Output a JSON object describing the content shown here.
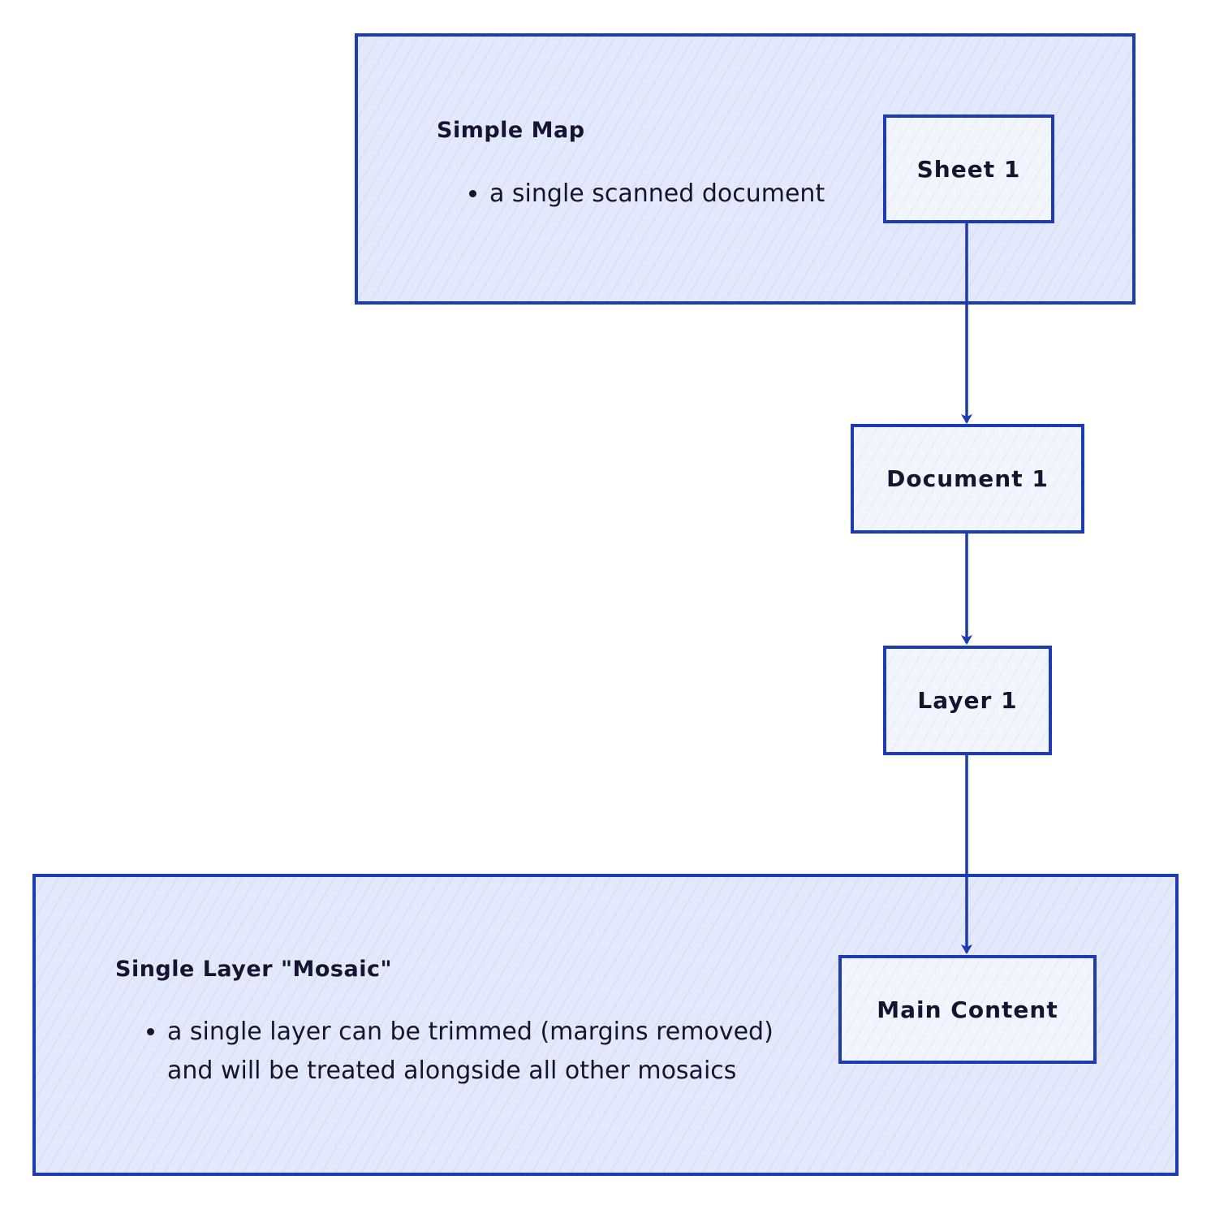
{
  "groups": {
    "simple_map": {
      "title": "Simple Map",
      "bullets": [
        "a single scanned document"
      ]
    },
    "single_layer_mosaic": {
      "title": "Single Layer \"Mosaic\"",
      "bullets": [
        "a single layer can be trimmed (margins removed) and will be treated alongside all other mosaics"
      ]
    }
  },
  "nodes": {
    "sheet": "Sheet 1",
    "document": "Document 1",
    "layer": "Layer 1",
    "main_content": "Main Content"
  },
  "colors": {
    "stroke": "#1d3bb3",
    "group_fill": "#e3e8fa",
    "node_fill": "#f3f5fc",
    "text": "#151530"
  }
}
